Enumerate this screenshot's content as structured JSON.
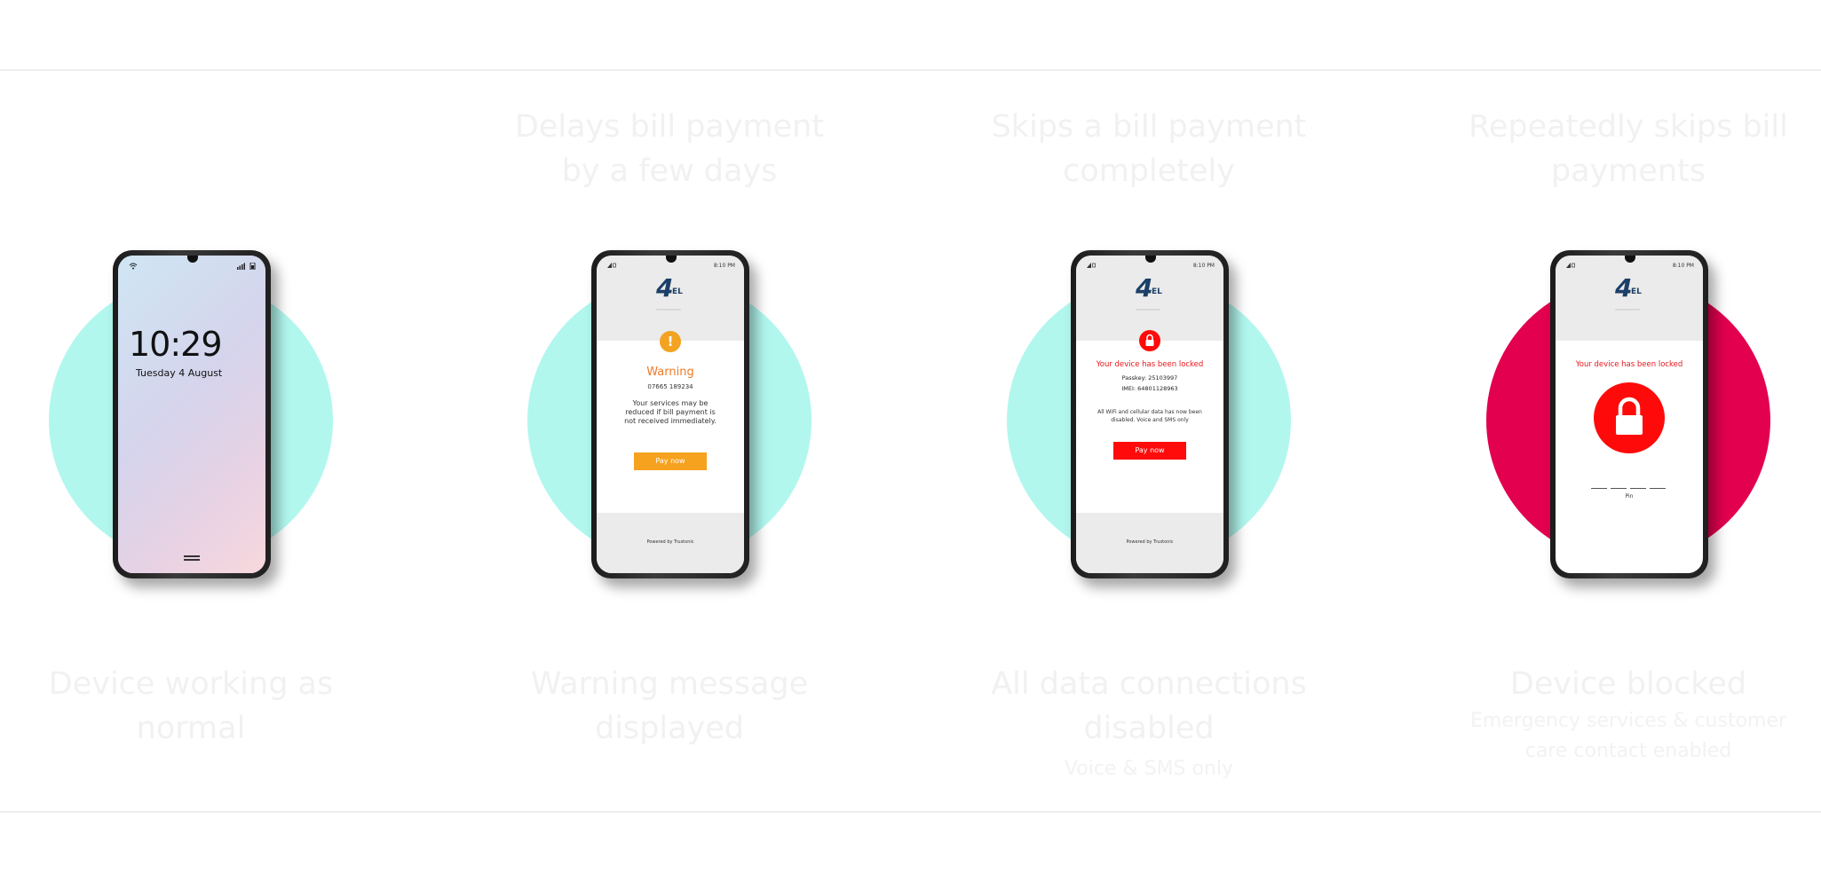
{
  "colors": {
    "circle_teal": "#b1f7ee",
    "circle_red": "#e2004f",
    "warning_orange": "#f6a21f",
    "alert_red": "#ff0b0b"
  },
  "stages": [
    {
      "top_caption": "",
      "bottom_caption": "Device working as normal",
      "subcaption": "",
      "screen": {
        "time": "10:29",
        "date": "Tuesday 4 August"
      }
    },
    {
      "top_caption": "Delays bill payment by a few days",
      "bottom_caption": "Warning message displayed",
      "subcaption": "",
      "screen": {
        "logo": "4",
        "logo_suffix": "EL",
        "status_time": "8:10 PM",
        "title": "Warning",
        "number": "07665 189234",
        "message": "Your services may be reduced if bill payment is not received immediately.",
        "button": "Pay now",
        "footer": "Powered by Trustonic"
      }
    },
    {
      "top_caption": "Skips a bill payment completely",
      "bottom_caption": "All data connections disabled",
      "subcaption": "Voice & SMS only",
      "screen": {
        "logo": "4",
        "logo_suffix": "EL",
        "status_time": "8:10 PM",
        "title": "Your device has been locked",
        "passkey": "Passkey: 25103997",
        "imei": "IMEI: 64801128963",
        "message": "All WiFi and cellular data has now been disabled. Voice and SMS only",
        "button": "Pay now",
        "footer": "Powered by Trustonic"
      }
    },
    {
      "top_caption": "Repeatedly skips bill payments",
      "bottom_caption": "Device blocked",
      "subcaption": "Emergency services & customer care contact enabled",
      "screen": {
        "logo": "4",
        "logo_suffix": "EL",
        "status_time": "8:10 PM",
        "title": "Your device has been locked",
        "pin_label": "Pin"
      }
    }
  ]
}
